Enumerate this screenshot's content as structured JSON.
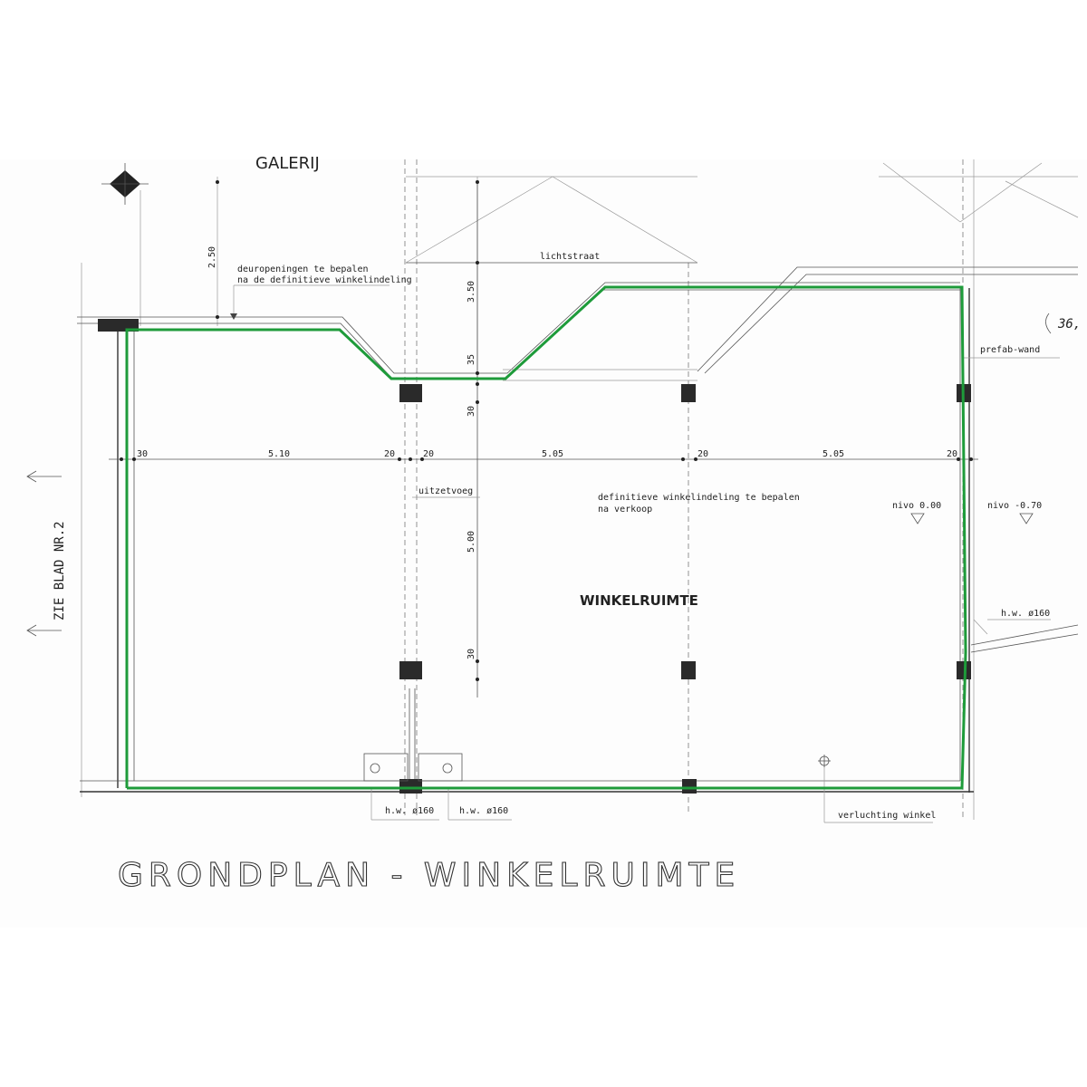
{
  "drawing": {
    "title": "GRONDPLAN - WINKELRUIMTE",
    "top_cut_label": "GALERIJ",
    "room_name": "WINKELRUIMTE",
    "side_reference": "ZIE BLAD NR.2",
    "corner_mark": "36,",
    "outline_color": "#1e9b3a"
  },
  "notes": {
    "door_openings_line1": "deuropeningen te bepalen",
    "door_openings_line2": "na de definitieve winkelindeling",
    "lichtstraat": "lichtstraat",
    "prefab_wand": "prefab-wand",
    "uitzetvoeg": "uitzetvoeg",
    "layout_line1": "definitieve winkelindeling te bepalen",
    "layout_line2": "na verkoop",
    "level_1": "nivo 0.00",
    "level_2": "nivo -0.70",
    "hw_right": "h.w. ø160",
    "hw_bottom_left": "h.w. ø160",
    "hw_bottom_right": "h.w. ø160",
    "ventilation": "verluchting winkel"
  },
  "dimensions": {
    "horizontal": {
      "d1": "30",
      "d2": "5.10",
      "d3": "20",
      "d4": "20",
      "d5": "5.05",
      "d6": "20",
      "d7": "5.05",
      "d8": "20"
    },
    "vertical": {
      "v_left_top": "2.50",
      "v1": "3.50",
      "v2": "35",
      "v3": "30",
      "v4": "5.00",
      "v5": "30"
    }
  }
}
